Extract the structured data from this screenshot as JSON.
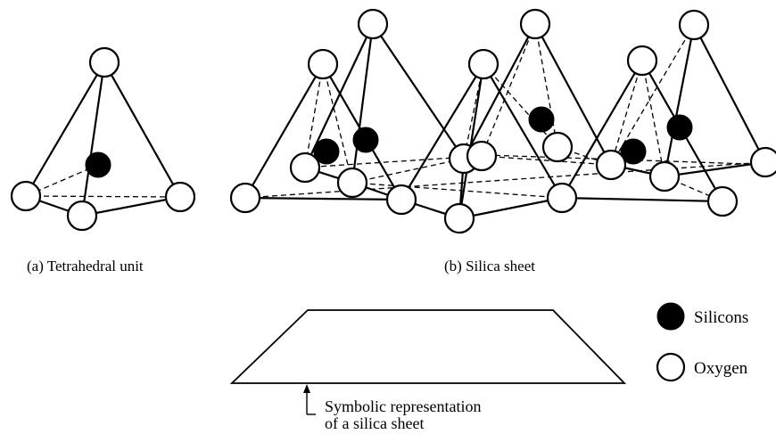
{
  "captions": {
    "tetrahedral": "(a) Tetrahedral unit",
    "sheet": "(b) Silica sheet"
  },
  "legend": {
    "silicon_label": "Silicons",
    "oxygen_label": "Oxygen"
  },
  "symbolic": {
    "line1": "Symbolic representation",
    "line2": "of a silica sheet"
  },
  "colors": {
    "silicon": "#000000",
    "oxygen": "#ffffff",
    "line": "#000000"
  }
}
